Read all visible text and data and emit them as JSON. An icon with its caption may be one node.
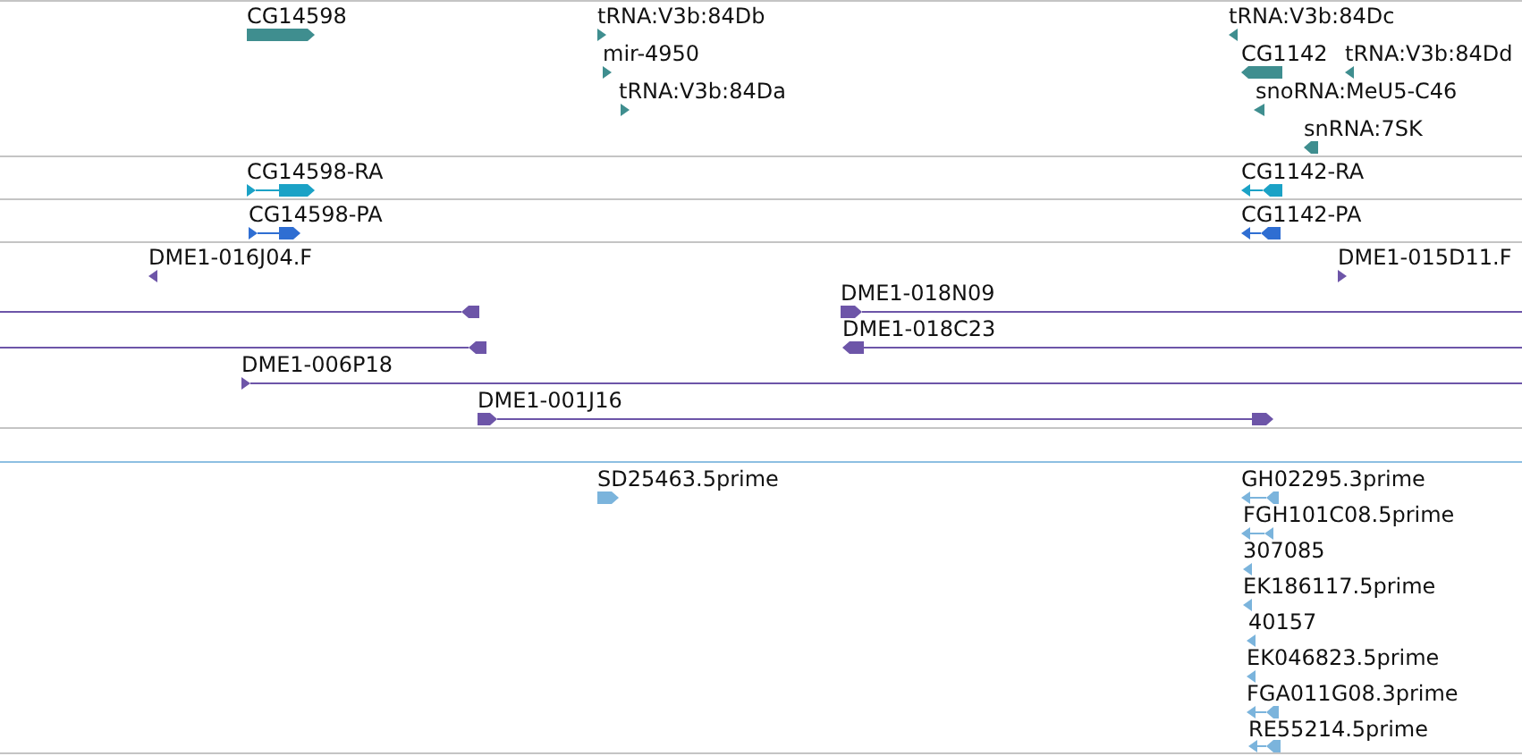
{
  "diagram": {
    "nodes": [
      {
        "text": [
          "CG14598"
        ]
      },
      {
        "text": [
          "tRNA:V3b:84Db"
        ]
      },
      {
        "text": [
          "tRNA:V3b:84Dc"
        ]
      },
      {
        "text": [
          "mir-4950"
        ]
      },
      {
        "text": [
          "CG1142"
        ]
      },
      {
        "text": [
          "tRNA:V3b:84Dd"
        ]
      },
      {
        "text": [
          "tRNA:V3b:84Da"
        ]
      },
      {
        "text": [
          "snoRNA:MeU5-C46"
        ]
      },
      {
        "text": [
          "snRNA:7SK"
        ]
      },
      {
        "text": [
          "CG14598-RA"
        ]
      },
      {
        "text": [
          "CG1142-RA"
        ]
      },
      {
        "text": [
          "CG14598-PA"
        ]
      },
      {
        "text": [
          "CG1142-PA"
        ]
      },
      {
        "text": [
          "DME1-016J04.F"
        ]
      },
      {
        "text": [
          "DME1-015D11.F"
        ]
      },
      {
        "text": [],
        "shape": "bar"
      },
      {
        "text": [
          "DME1-018N09"
        ]
      },
      {
        "text": [],
        "shape": "bar"
      },
      {
        "text": [
          "DME1-018C23"
        ]
      },
      {
        "text": [
          "DME1-006P18"
        ]
      },
      {
        "text": [
          "DME1-001J16"
        ]
      },
      {
        "text": [
          "SD25463.5prime"
        ]
      },
      {
        "text": [
          "GH02295.3prime"
        ]
      },
      {
        "text": [
          "FGH101C08.5prime"
        ]
      },
      {
        "text": [
          "307085"
        ]
      },
      {
        "text": [
          "EK186117.5prime"
        ]
      },
      {
        "text": [
          "40157"
        ]
      },
      {
        "text": [
          "EK046823.5prime"
        ]
      },
      {
        "text": [
          "FGA011G08.3prime"
        ]
      },
      {
        "text": [
          "RE55214.5prime"
        ]
      }
    ]
  }
}
